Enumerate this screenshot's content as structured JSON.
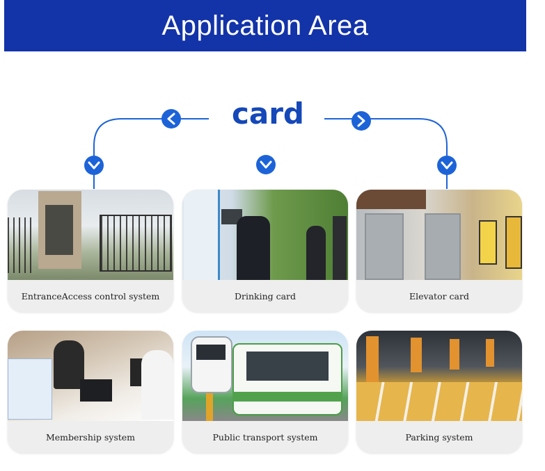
{
  "header": {
    "title": "Application Area"
  },
  "hub": {
    "label": "card"
  },
  "colors": {
    "banner": "#1333a8",
    "accent": "#1d63d8",
    "hub_text": "#1548b8"
  },
  "tiles": [
    {
      "caption": "EntranceAccess control system"
    },
    {
      "caption": "Drinking card"
    },
    {
      "caption": "Elevator card"
    },
    {
      "caption": "Membership system"
    },
    {
      "caption": "Public transport system"
    },
    {
      "caption": "Parking system"
    }
  ]
}
